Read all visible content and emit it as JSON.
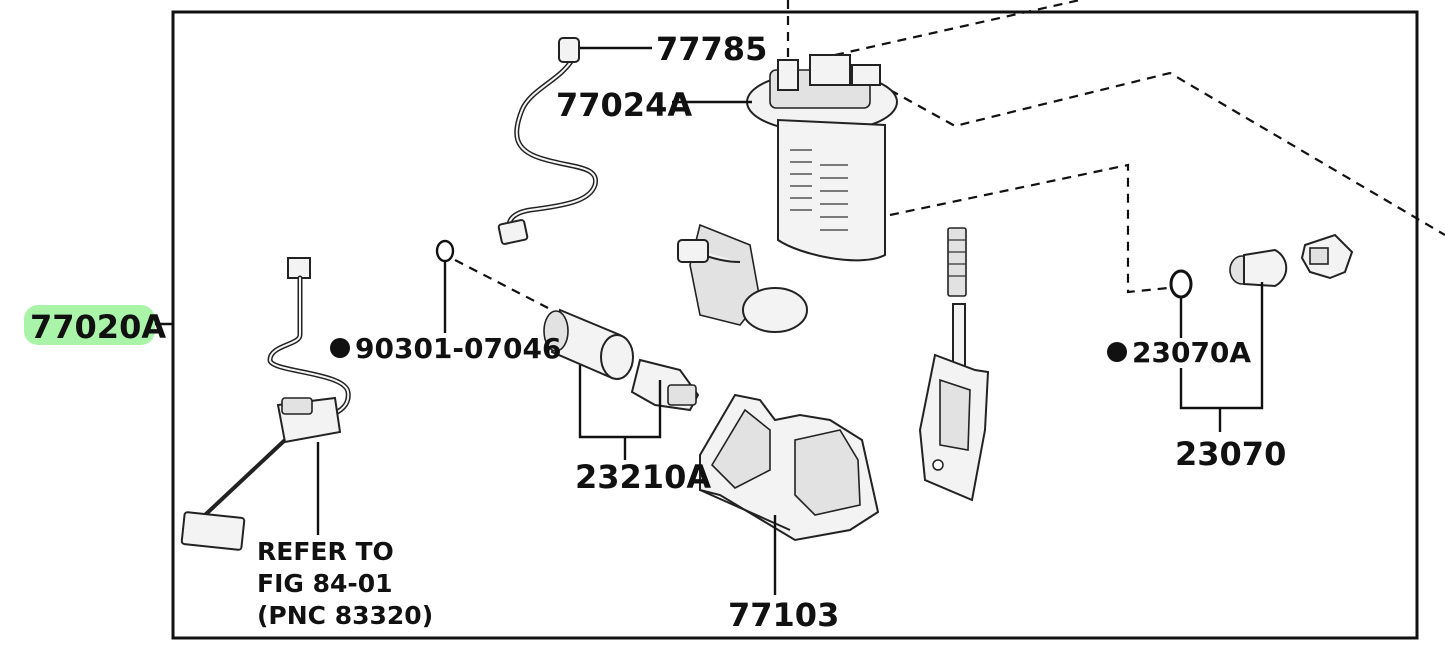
{
  "labels": {
    "p77785": "77785",
    "p77024A": "77024A",
    "p77020A": "77020A",
    "p90301": "90301-07046",
    "p23210A": "23210A",
    "p23070A": "23070A",
    "p23070": "23070",
    "p77103": "77103",
    "refer_line1": "REFER TO",
    "refer_line2": "FIG 84-01",
    "refer_line3": "(PNC 83320)"
  },
  "colors": {
    "highlight": "#8ef08e",
    "line": "#111111"
  }
}
